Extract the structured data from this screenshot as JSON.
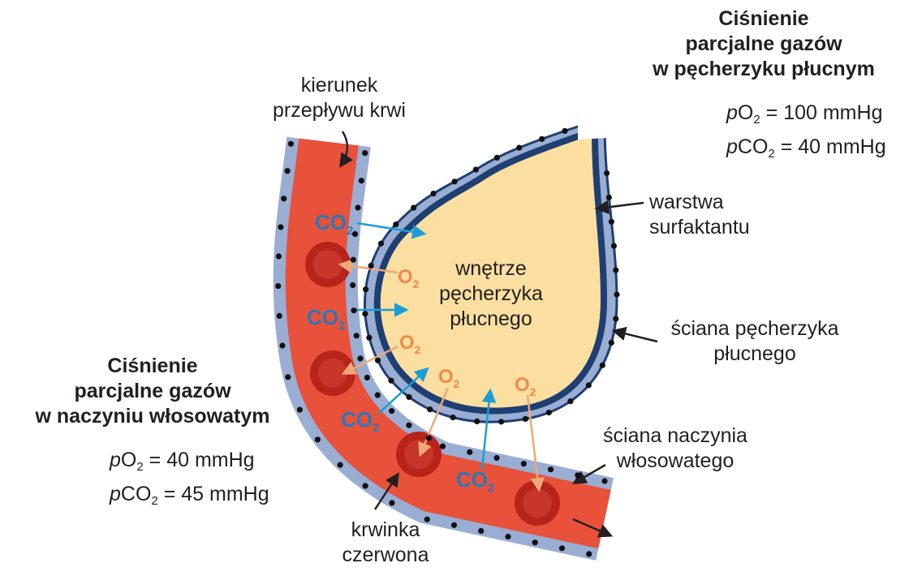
{
  "alveolus_pressure": {
    "title_lines": [
      "Ciśnienie",
      "parcjalne gazów",
      "w pęcherzyku płucnym"
    ],
    "po2": {
      "p": "p",
      "gas": "O",
      "sub": "2",
      "value": "= 100 mmHg"
    },
    "pco2": {
      "p": "p",
      "gas": "CO",
      "sub": "2",
      "value": "= 40 mmHg"
    }
  },
  "capillary_pressure": {
    "title_lines": [
      "Ciśnienie",
      "parcjalne gazów",
      "w naczyniu włosowatym"
    ],
    "po2": {
      "p": "p",
      "gas": "O",
      "sub": "2",
      "value": "= 40 mmHg"
    },
    "pco2": {
      "p": "p",
      "gas": "CO",
      "sub": "2",
      "value": "= 45 mmHg"
    }
  },
  "labels": {
    "blood_flow": [
      "kierunek",
      "przepływu krwi"
    ],
    "surfactant": [
      "warstwa",
      "surfaktantu"
    ],
    "alveolus_interior": [
      "wnętrze",
      "pęcherzyka",
      "płucnego"
    ],
    "alveolus_wall": [
      "ściana pęcherzyka",
      "płucnego"
    ],
    "capillary_wall": [
      "ściana naczynia",
      "włosowatego"
    ],
    "red_blood_cell": [
      "krwinka",
      "czerwona"
    ]
  },
  "gases": {
    "co2": {
      "main": "CO",
      "sub": "2"
    },
    "o2": {
      "main": "O",
      "sub": "2"
    }
  },
  "colors": {
    "blood": "#e8513a",
    "capillary_wall": "#9aaed4",
    "alveolus_wall": "#9aaed4",
    "surfactant": "#1f3f73",
    "alveolus_interior": "#fbdfa0",
    "rbc_outer": "#b8231a",
    "rbc_inner": "#c8352a",
    "co2_arrow": "#1a9ed6",
    "co2_text": "#2a78b8",
    "o2_arrow": "#f0a878",
    "o2_text": "#f08a4a",
    "text": "#231f20"
  }
}
